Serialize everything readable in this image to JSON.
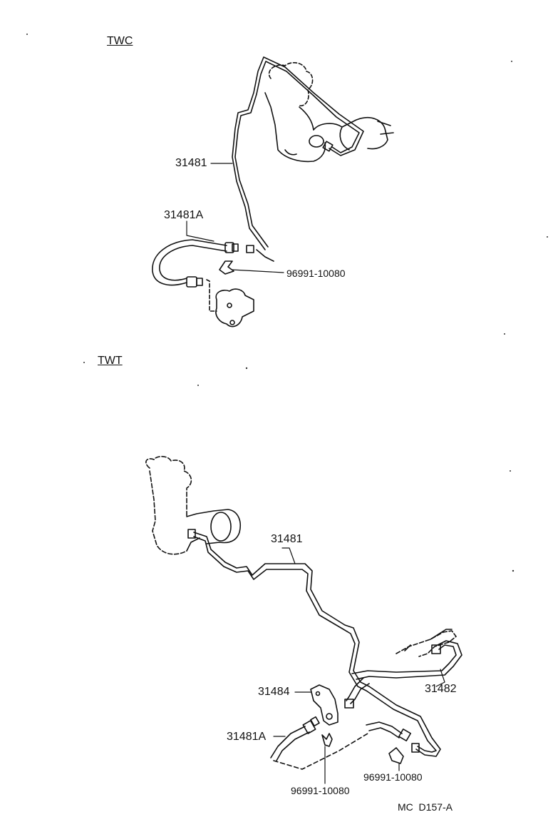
{
  "sections": {
    "twc": "TWC",
    "twt": "TWT"
  },
  "twc_parts": {
    "pipe": "31481",
    "hose": "31481A",
    "clip": "96991-10080"
  },
  "twt_parts": {
    "pipe": "31481",
    "bracket": "31484",
    "hose": "31481A",
    "pipe2": "31482",
    "clip_left": "96991-10080",
    "clip_right": "96991-10080"
  },
  "diagram_code": "MC  D157-A"
}
